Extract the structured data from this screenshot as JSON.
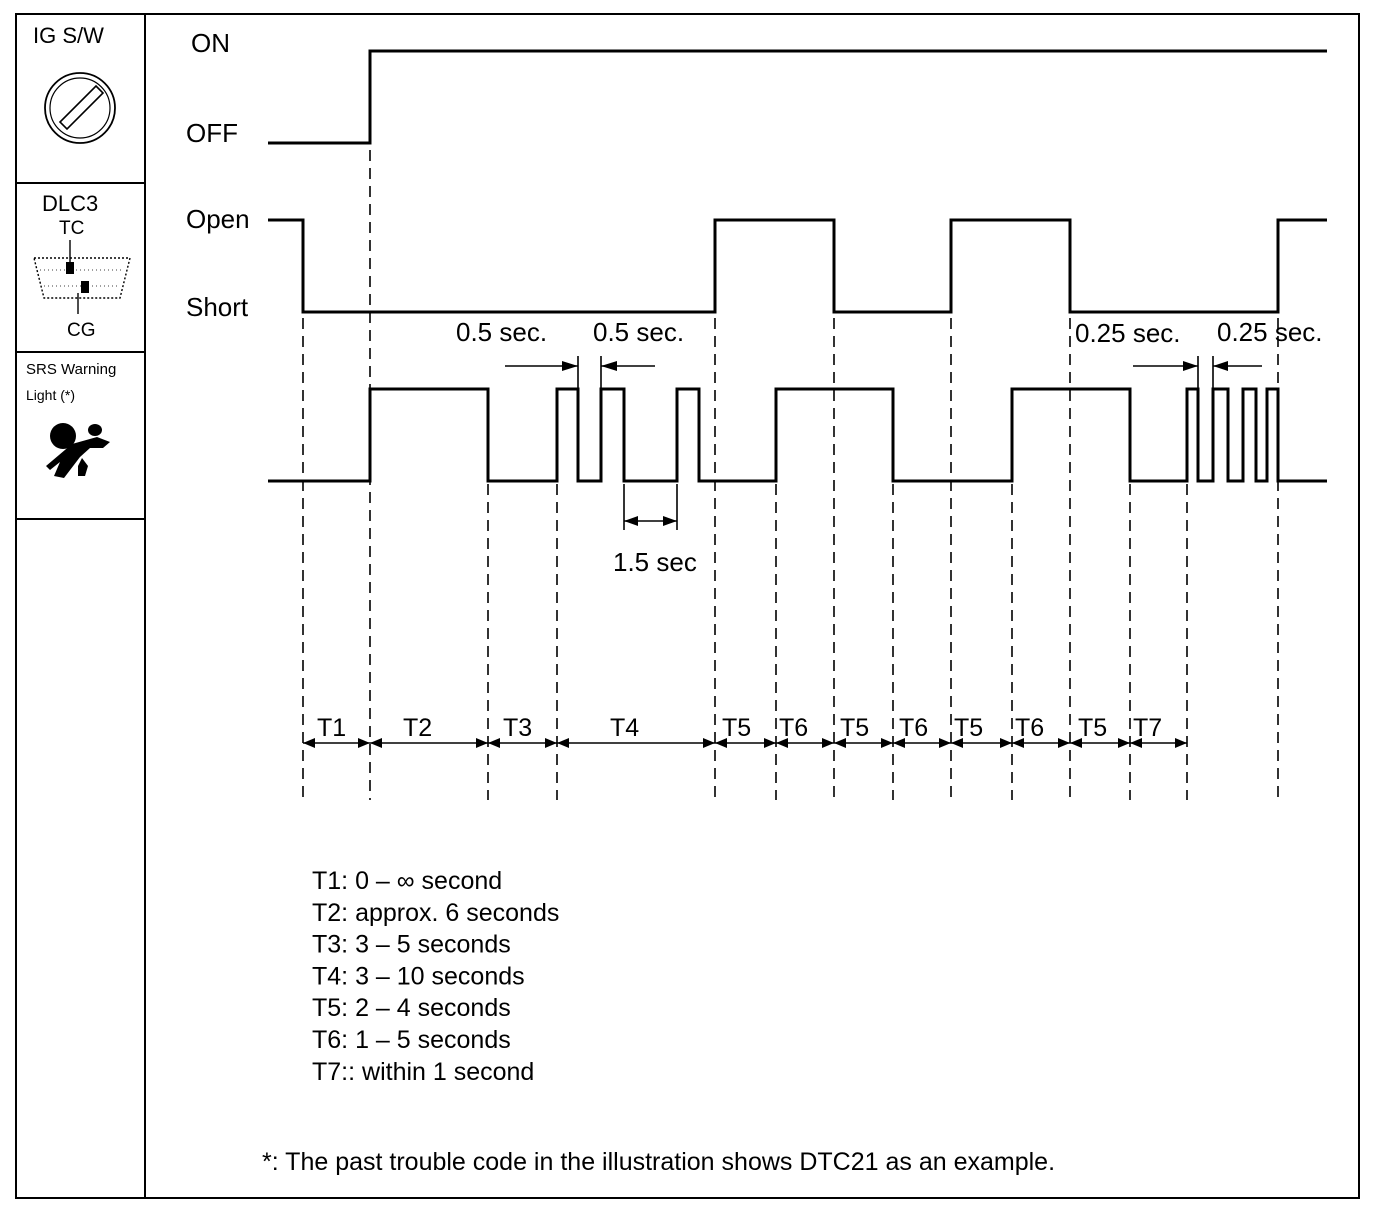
{
  "panels": {
    "ig_switch": {
      "title": "IG S/W",
      "icon": "ignition-switch-icon"
    },
    "dlc3": {
      "title": "DLC3",
      "tc": "TC",
      "cg": "CG",
      "icon": "dlc3-connector-icon"
    },
    "srs": {
      "title": "SRS Warning",
      "title2": "Light (*)",
      "icon": "airbag-warning-icon"
    }
  },
  "signals": {
    "ig": {
      "high_label": "ON",
      "low_label": "OFF"
    },
    "dlc3": {
      "high_label": "Open",
      "low_label": "Short"
    }
  },
  "annotations": {
    "half_sec_left": "0.5 sec.",
    "half_sec_right": "0.5 sec.",
    "one_half_sec": "1.5 sec",
    "quarter_sec_left": "0.25 sec.",
    "quarter_sec_right": "0.25 sec."
  },
  "intervals": [
    "T1",
    "T2",
    "T3",
    "T4",
    "T5",
    "T6",
    "T5",
    "T6",
    "T5",
    "T6",
    "T5",
    "T7"
  ],
  "legend": [
    "T1: 0 – ∞ second",
    "T2: approx. 6 seconds",
    "T3: 3 – 5 seconds",
    "T4: 3 – 10 seconds",
    "T5: 2 – 4 seconds",
    "T6:  1 – 5 seconds",
    "T7:: within 1 second"
  ],
  "footnote": "*: The past trouble code in the illustration shows DTC21 as an example."
}
